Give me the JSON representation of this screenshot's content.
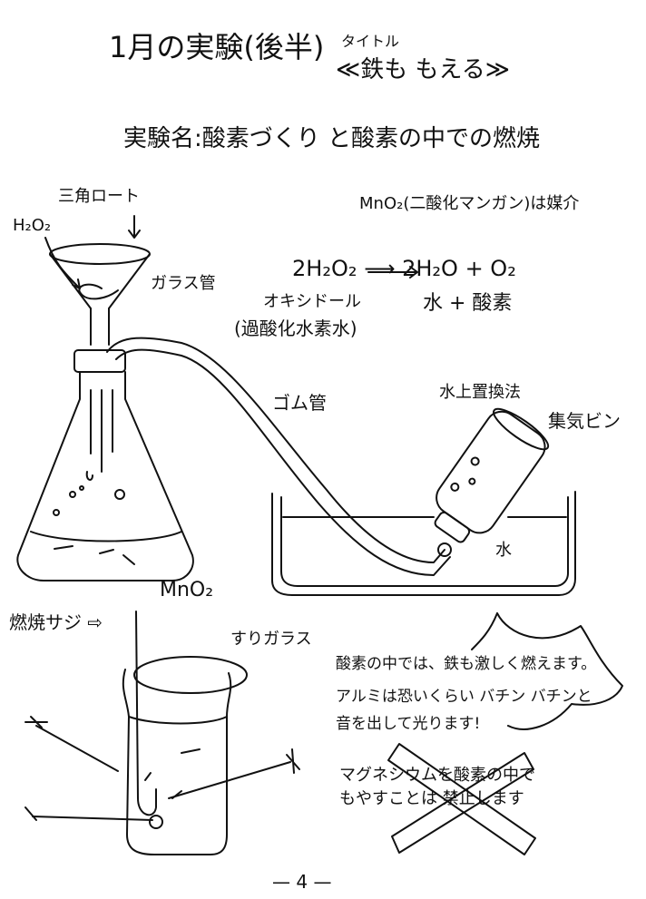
{
  "header": {
    "title": "1月の実験(後半)",
    "title_sub_label": "タイトル",
    "subtitle": "≪鉄も もえる≫",
    "experiment_name": "実験名:酸素づくり と酸素の中での燃焼"
  },
  "labels": {
    "funnel": "三角ロート",
    "h2o2": "H₂O₂",
    "glass_tube": "ガラス管",
    "oxydol": "オキシドール",
    "oxydol_note": "(過酸化水素水)",
    "mno2_flask": "MnO₂",
    "rubber_tube": "ゴム管",
    "water_method": "水上置換法",
    "collecting_bottle": "集気ビン",
    "water": "水",
    "catalyst_note": "MnO₂(二酸化マンガン)は媒介",
    "equation": "2H₂O₂ ⟶ 2H₂O + O₂",
    "equation_words": "水 + 酸素",
    "combustion_spoon": "燃焼サジ ⇨",
    "frosted_glass": "すりガラス",
    "note_line1": "酸素の中では、鉄も激しく燃えます。",
    "note_line2": "アルミは恐いくらい バチン バチンと",
    "note_line3": "音を出して光ります!",
    "warning_line1": "マグネシウムを酸素の中で",
    "warning_line2": "もやすことは 禁止します",
    "page_number": "— 4 —"
  },
  "colors": {
    "ink": "#111111",
    "paper": "#ffffff"
  }
}
